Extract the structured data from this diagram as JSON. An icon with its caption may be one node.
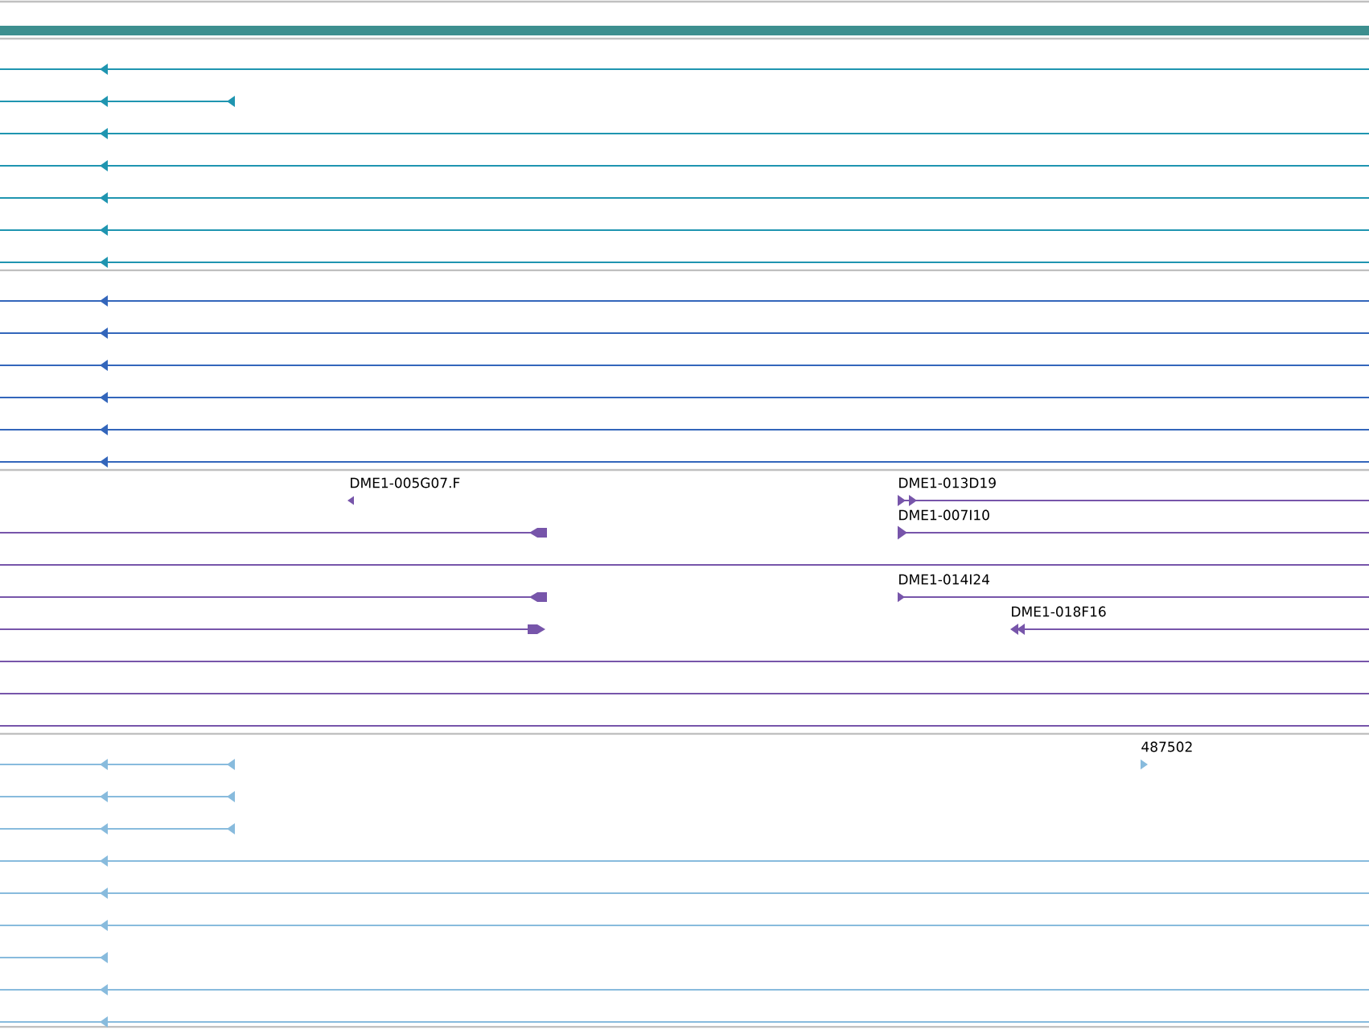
{
  "diagram": {
    "labels": [
      "DME1-005G07.F",
      "DME1-013D19",
      "DME1-007I10",
      "DME1-014I24",
      "DME1-018F16",
      "487502"
    ]
  }
}
